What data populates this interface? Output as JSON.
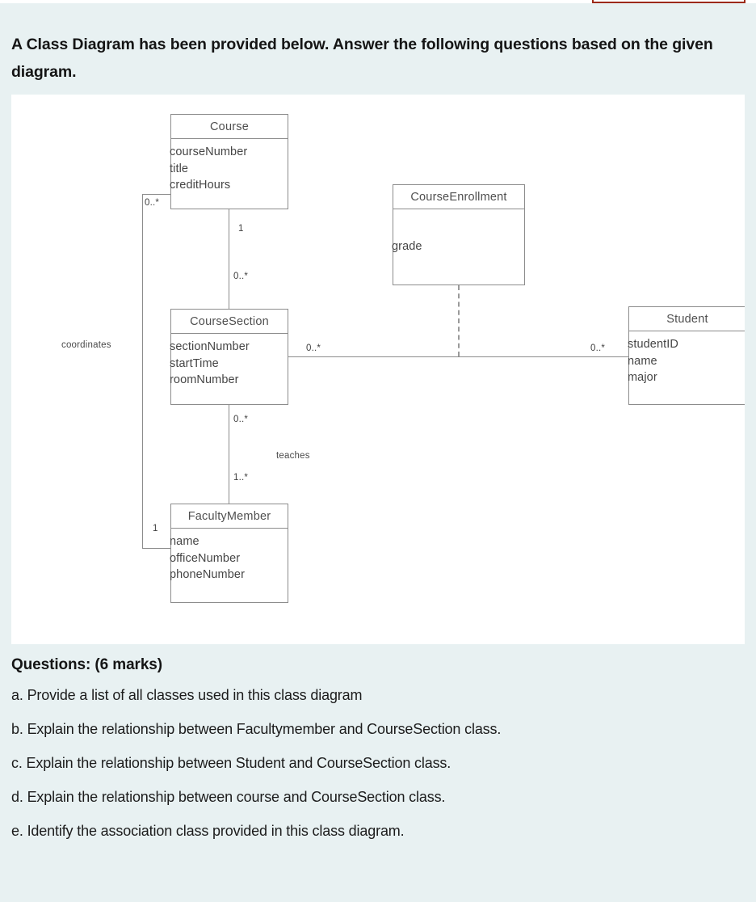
{
  "instruction": "A Class Diagram has been provided below. Answer the following questions based on the given diagram.",
  "diagram": {
    "classes": [
      {
        "id": "course",
        "name": "Course",
        "attributes": [
          "courseNumber",
          "title",
          "creditHours"
        ]
      },
      {
        "id": "course_enrollment",
        "name": "CourseEnrollment",
        "attributes": [
          "grade"
        ]
      },
      {
        "id": "course_section",
        "name": "CourseSection",
        "attributes": [
          "sectionNumber",
          "startTime",
          "roomNumber"
        ]
      },
      {
        "id": "student",
        "name": "Student",
        "attributes": [
          "studentID",
          "name",
          "major"
        ]
      },
      {
        "id": "faculty_member",
        "name": "FacultyMember",
        "attributes": [
          "name",
          "officeNumber",
          "phoneNumber"
        ]
      }
    ],
    "labels": {
      "course_to_section_top": "1",
      "course_to_section_bottom": "0..*",
      "course_coordinates_mult": "0..*",
      "coordinates_role": "coordinates",
      "faculty_coordinates_mult": "1",
      "section_to_faculty_top": "0..*",
      "teaches_role": "teaches",
      "section_to_faculty_bottom": "1..*",
      "section_to_student_left": "0..*",
      "section_to_student_right": "0..*"
    }
  },
  "questions": {
    "heading": "Questions:   (6 marks)",
    "items": [
      "a. Provide a list of all classes used in this class diagram",
      "b.  Explain the relationship between Facultymember and CourseSection class.",
      "c. Explain the relationship between Student and CourseSection class.",
      "d. Explain the relationship between course and CourseSection class.",
      "e. Identify the association class provided in this class diagram."
    ]
  },
  "colors": {
    "panel_background": "#e8f1f2",
    "canvas_background": "#ffffff",
    "class_border": "#8c8c8c",
    "top_box_border": "#9c2a18"
  }
}
